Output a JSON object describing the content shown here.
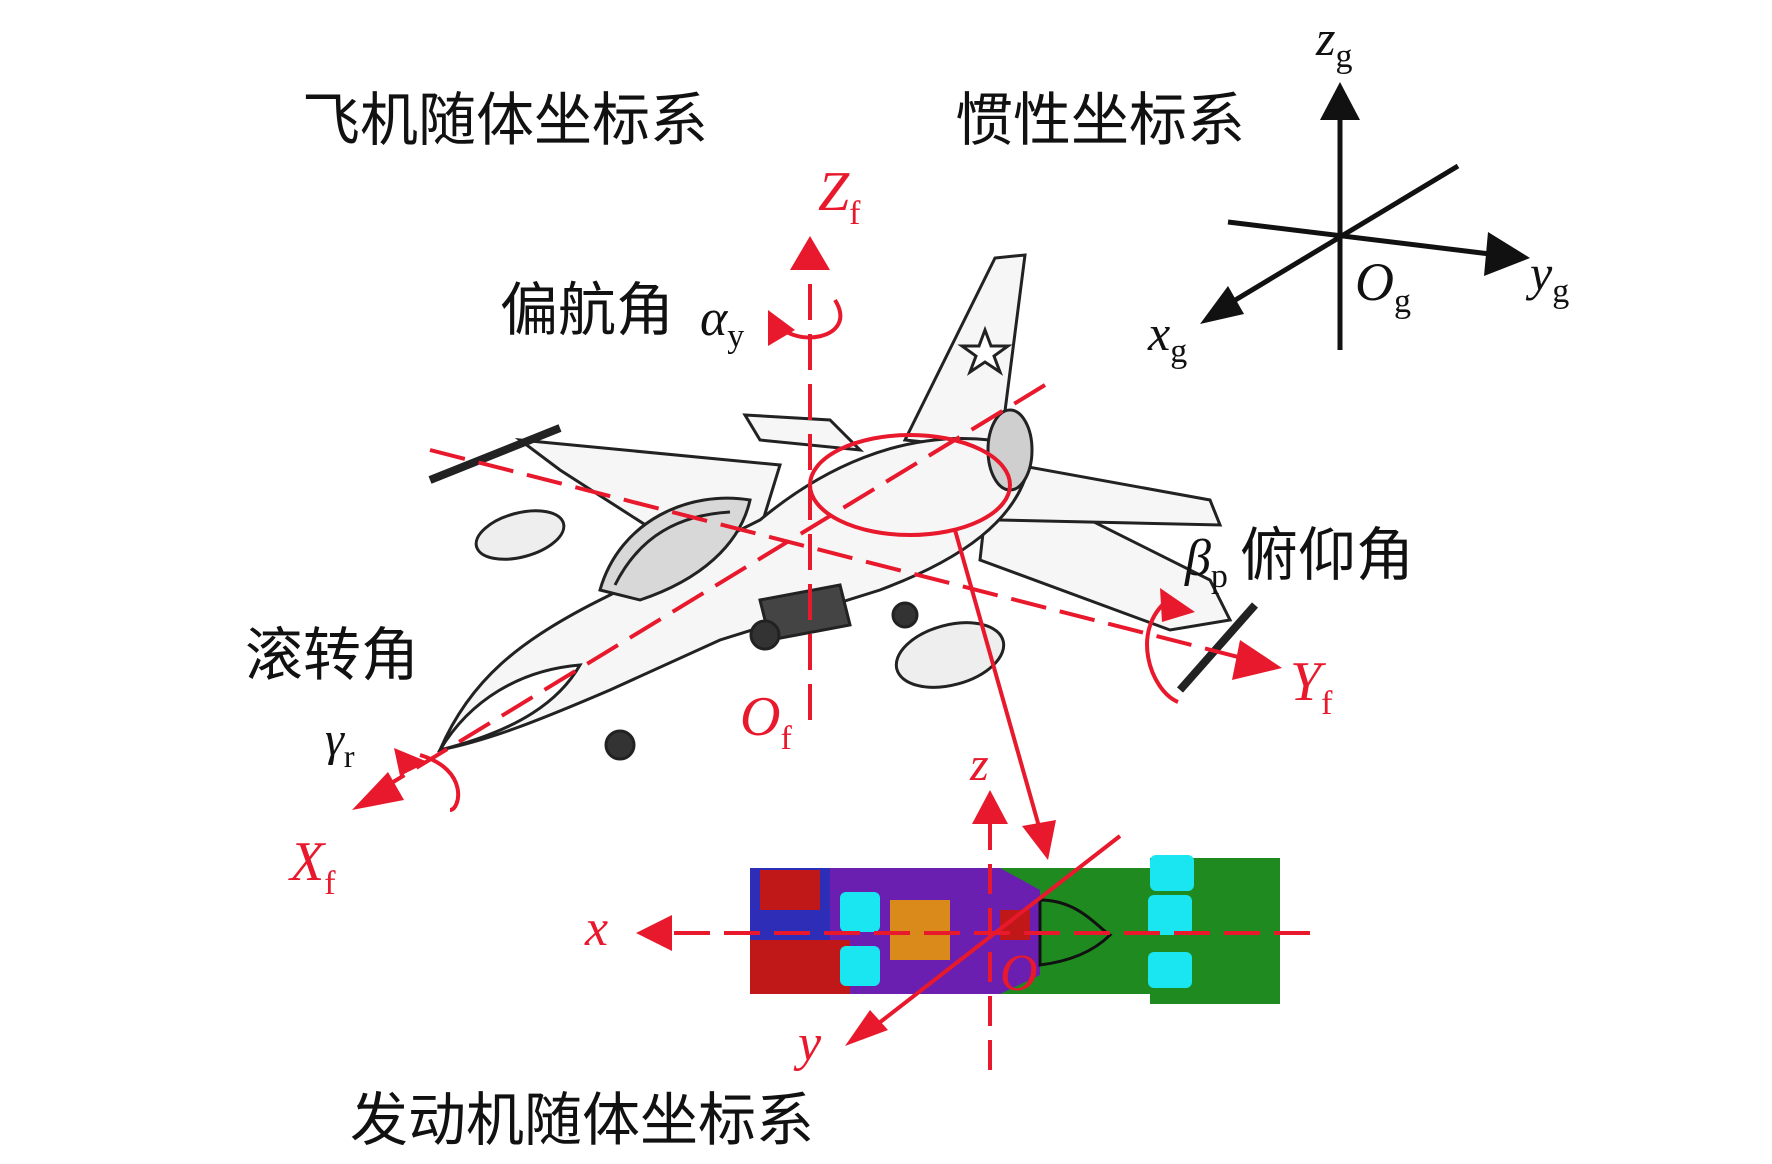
{
  "labels": {
    "aircraft_frame": "飞机随体坐标系",
    "inertial_frame": "惯性坐标系",
    "engine_frame": "发动机随体坐标系",
    "yaw": "偏航角",
    "pitch": "俯仰角",
    "roll": "滚转角"
  },
  "symbols": {
    "zg": "z",
    "zg_sub": "g",
    "yg": "y",
    "yg_sub": "g",
    "xg": "x",
    "xg_sub": "g",
    "Og": "O",
    "Og_sub": "g",
    "Zf": "Z",
    "Zf_sub": "f",
    "Yf": "Y",
    "Yf_sub": "f",
    "Xf": "X",
    "Xf_sub": "f",
    "Of": "O",
    "Of_sub": "f",
    "alpha": "α",
    "alpha_sub": "y",
    "beta": "β",
    "beta_sub": "p",
    "gamma": "γ",
    "gamma_sub": "r",
    "z": "z",
    "x": "x",
    "y": "y",
    "O": "O"
  },
  "colors": {
    "axis_red": "#e8192c",
    "axis_black": "#111111",
    "engine_green": "#1f8a1f",
    "engine_purple": "#6a1fb0",
    "engine_blue": "#2d2db8",
    "engine_red": "#c01818",
    "engine_cyan": "#19e6f0",
    "engine_orange": "#d98a1a"
  },
  "icons": [
    "fighter-jet-illustration",
    "jet-engine-cutaway"
  ]
}
